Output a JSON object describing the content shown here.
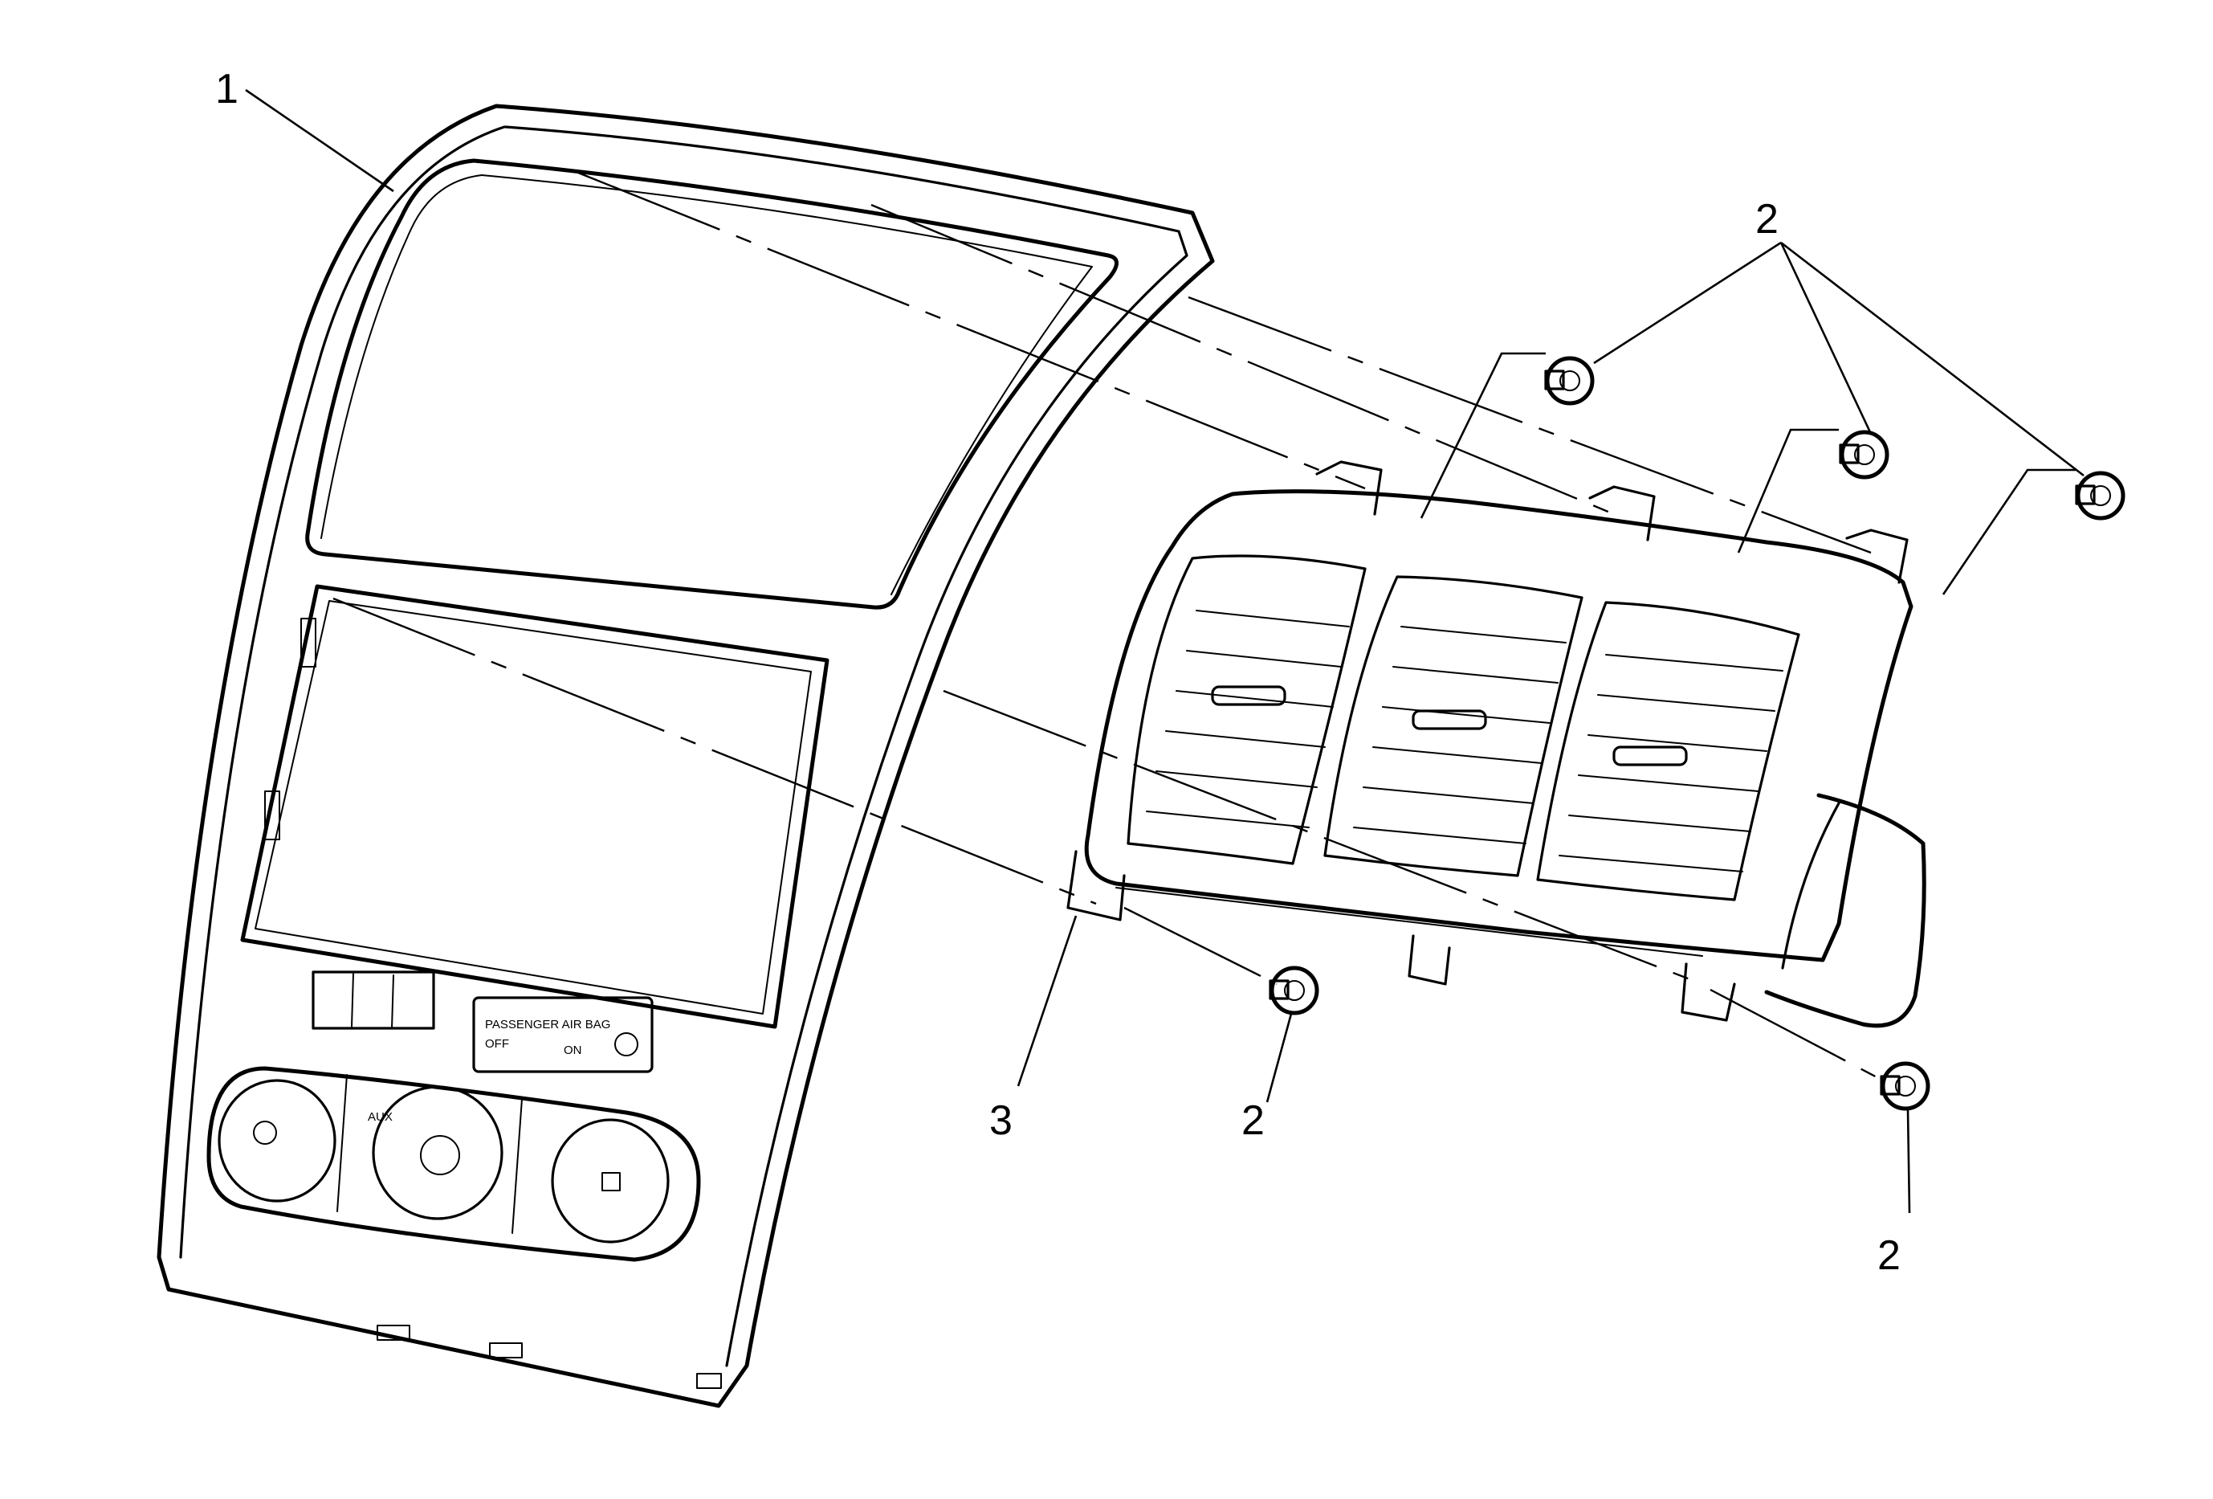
{
  "callouts": {
    "bezel": "1",
    "fastener_top_group": "2",
    "fastener_bottom_center": "2",
    "fastener_bottom_right": "2",
    "vent_assembly": "3"
  },
  "panel_text": {
    "aux_label": "AUX",
    "airbag_line1": "PASSENGER AIR BAG",
    "airbag_off": "OFF",
    "airbag_on": "ON"
  }
}
